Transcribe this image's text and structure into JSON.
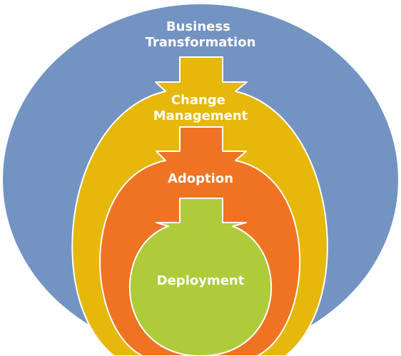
{
  "diagram": {
    "layers": [
      {
        "id": "business-transformation",
        "label_lines": [
          "Business",
          "Transformation"
        ],
        "color": "#7393C3"
      },
      {
        "id": "change-management",
        "label_lines": [
          "Change",
          "Management"
        ],
        "color": "#E5B80B"
      },
      {
        "id": "adoption",
        "label_lines": [
          "Adoption"
        ],
        "color": "#F07323"
      },
      {
        "id": "deployment",
        "label_lines": [
          "Deployment"
        ],
        "color": "#AECB3A"
      }
    ],
    "outline_color": "#FFFFFF"
  }
}
